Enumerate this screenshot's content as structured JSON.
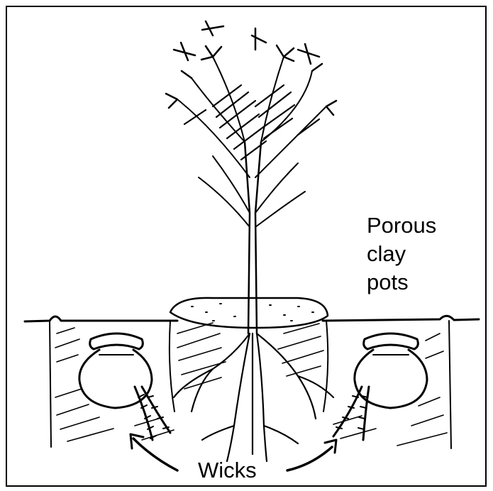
{
  "labels": {
    "porous_clay_pots": [
      "Porous",
      "clay",
      "pots"
    ],
    "wicks": "Wicks"
  },
  "colors": {
    "ink": "#000000",
    "background": "#ffffff"
  },
  "icons": [
    "tree-icon",
    "clay-pot-icon",
    "wick-rope-icon",
    "arrow-icon"
  ]
}
